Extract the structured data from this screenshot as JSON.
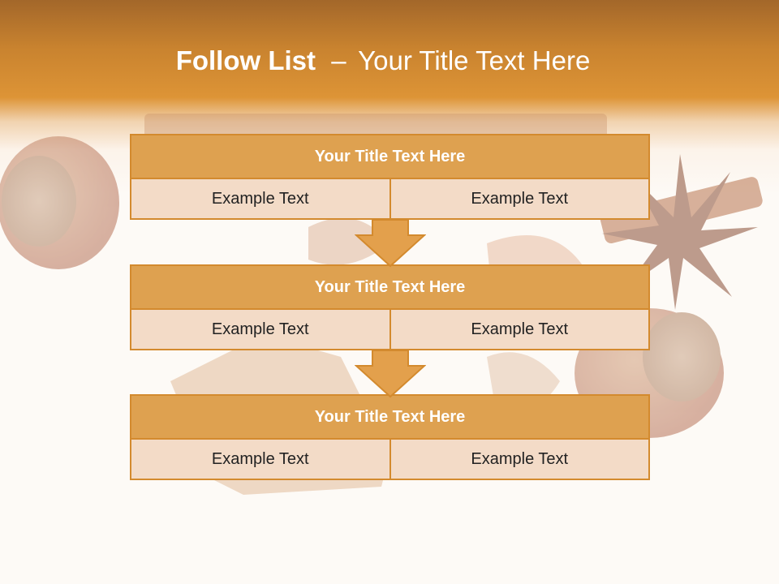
{
  "slide": {
    "title_bold": "Follow List",
    "title_dash": "–",
    "title_rest": "Your Title Text Here"
  },
  "blocks": [
    {
      "title": "Your Title Text Here",
      "cells": [
        "Example Text",
        "Example Text"
      ]
    },
    {
      "title": "Your Title Text Here",
      "cells": [
        "Example Text",
        "Example Text"
      ]
    },
    {
      "title": "Your Title Text Here",
      "cells": [
        "Example Text",
        "Example Text"
      ]
    }
  ],
  "colors": {
    "header_gradient_top": "#a3672a",
    "header_gradient_mid": "#dd9436",
    "block_title_fill": "#dea150",
    "block_cell_fill": "#f3dbc7",
    "block_border": "#d38a2e",
    "arrow_fill": "#e3a04c",
    "title_text": "#ffffff",
    "cell_text": "#222222"
  },
  "icons": {
    "arrows": "down-arrow-icon",
    "background": "spices-photo"
  }
}
